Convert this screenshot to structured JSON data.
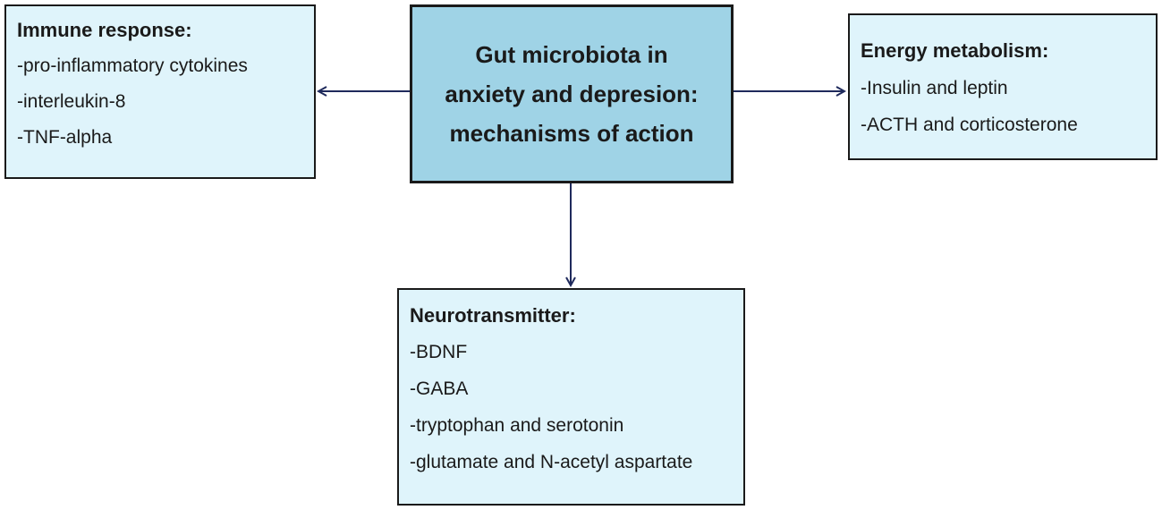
{
  "center": {
    "lines": [
      "Gut microbiota in",
      "anxiety and depresion:",
      "mechanisms of action"
    ]
  },
  "immune": {
    "heading": "Immune response:",
    "items": [
      "-pro-inflammatory cytokines",
      "-interleukin-8",
      "-TNF-alpha"
    ]
  },
  "energy": {
    "heading": "Energy metabolism:",
    "items": [
      "-Insulin and leptin",
      "-ACTH and corticosterone"
    ]
  },
  "neuro": {
    "heading": "Neurotransmitter:",
    "items": [
      "-BDNF",
      "-GABA",
      "-tryptophan and serotonin",
      "-glutamate and N-acetyl aspartate"
    ]
  },
  "colors": {
    "center_fill": "#9fd3e6",
    "box_fill": "#dff4fb",
    "arrow": "#1f2a5c",
    "border": "#1a1a1a"
  }
}
